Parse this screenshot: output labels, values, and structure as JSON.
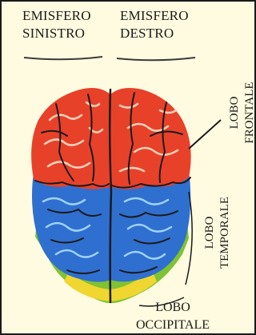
{
  "hemispheres": {
    "left": {
      "line1": "EMISFERO",
      "line2": "SINISTRO"
    },
    "right": {
      "line1": "EMISFERO",
      "line2": "DESTRO"
    }
  },
  "lobes": {
    "frontal": {
      "line1": "LOBO",
      "line2": "FRONTALE",
      "color": "#e8412a"
    },
    "temporal": {
      "line1": "LOBO",
      "line2": "TEMPORALE",
      "color": "#2f6fcf"
    },
    "occipital": {
      "line1": "LOBO",
      "line2": "OCCIPITALE",
      "color": "#7fc233"
    }
  },
  "colors": {
    "background": "#fffbe0",
    "sulci": "#1a1a1a",
    "highlight_frontal": "#ffd2b8",
    "highlight_temporal": "#9fd2ff",
    "occipital_yellow": "#f0d630"
  }
}
